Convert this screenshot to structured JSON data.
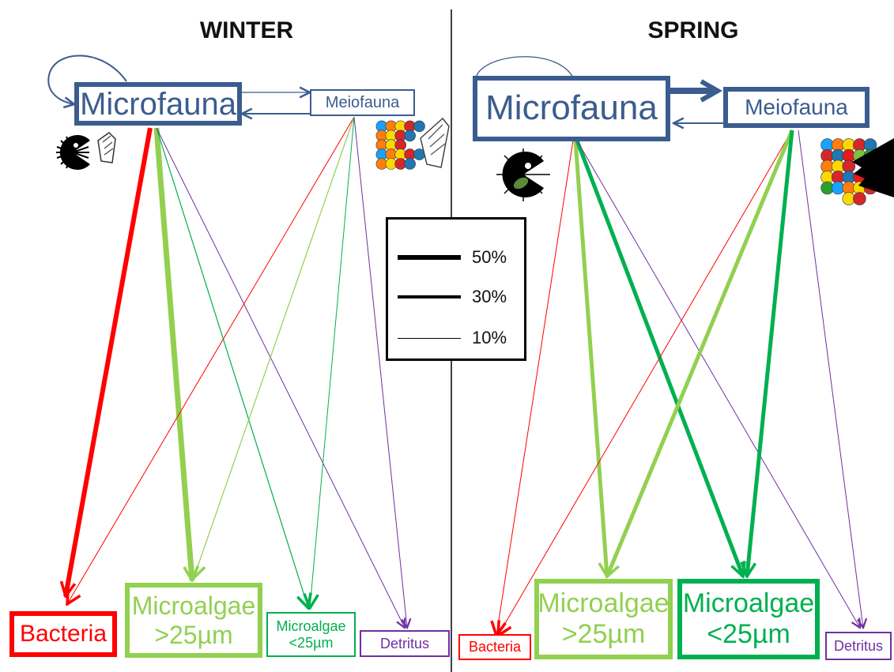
{
  "panels": {
    "winter": {
      "title": "WINTER"
    },
    "spring": {
      "title": "SPRING"
    }
  },
  "nodes": {
    "winter_microfauna": "Microfauna",
    "winter_meiofauna": "Meiofauna",
    "winter_bacteria": "Bacteria",
    "winter_microalgae_large": [
      "Microalgae",
      ">25µm"
    ],
    "winter_microalgae_small": [
      "Microalgae",
      "<25µm"
    ],
    "winter_detritus": "Detritus",
    "spring_microfauna": "Microfauna",
    "spring_meiofauna": "Meiofauna",
    "spring_bacteria": "Bacteria",
    "spring_microalgae_large": [
      "Microalgae",
      ">25µm"
    ],
    "spring_microalgae_small": [
      "Microalgae",
      "<25µm"
    ],
    "spring_detritus": "Detritus"
  },
  "legend": {
    "items": [
      {
        "label": "50%",
        "value": 50
      },
      {
        "label": "30%",
        "value": 30
      },
      {
        "label": "10%",
        "value": 10
      }
    ]
  },
  "colors": {
    "fauna": "#3b5c8f",
    "bacteria": "#ff0000",
    "microalgae_large": "#92d050",
    "microalgae_small": "#00b050",
    "detritus": "#7030a0"
  },
  "icons": [
    "microfauna-grazer-icon",
    "meiofauna-grazer-icon"
  ]
}
